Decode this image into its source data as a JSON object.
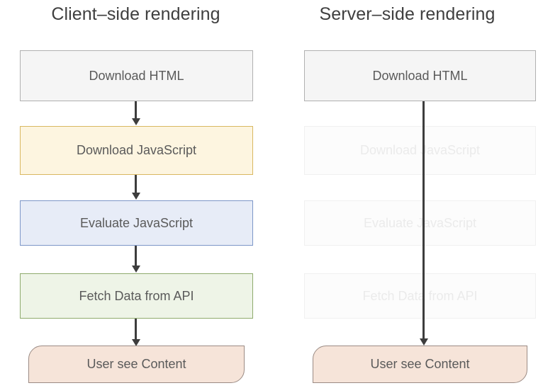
{
  "diagram": {
    "type": "flowchart",
    "background_color": "#ffffff",
    "columns": [
      {
        "id": "client-side",
        "title": "Client–side rendering",
        "nodes": [
          {
            "label": "Download HTML",
            "style": "gray",
            "state": "active"
          },
          {
            "label": "Download JavaScript",
            "style": "cream",
            "state": "active"
          },
          {
            "label": "Evaluate JavaScript",
            "style": "blue",
            "state": "active"
          },
          {
            "label": "Fetch Data from API",
            "style": "green",
            "state": "active"
          },
          {
            "label": "User see Content",
            "style": "terminator",
            "state": "active"
          }
        ],
        "arrows": [
          {
            "from": "Download HTML",
            "to": "Download JavaScript"
          },
          {
            "from": "Download JavaScript",
            "to": "Evaluate JavaScript"
          },
          {
            "from": "Evaluate JavaScript",
            "to": "Fetch Data from API"
          },
          {
            "from": "Fetch Data from API",
            "to": "User see Content"
          }
        ]
      },
      {
        "id": "server-side",
        "title": "Server–side rendering",
        "nodes": [
          {
            "label": "Download HTML",
            "style": "gray",
            "state": "active"
          },
          {
            "label": "Download JavaScript",
            "style": "faded",
            "state": "skipped"
          },
          {
            "label": "Evaluate JavaScript",
            "style": "faded",
            "state": "skipped"
          },
          {
            "label": "Fetch Data from API",
            "style": "faded",
            "state": "skipped"
          },
          {
            "label": "User see Content",
            "style": "terminator",
            "state": "active"
          }
        ],
        "arrows": [
          {
            "from": "Download HTML",
            "to": "User see Content"
          }
        ]
      }
    ],
    "colors": {
      "gray_fill": "#f5f5f5",
      "gray_border": "#b0b0b0",
      "cream_fill": "#fdf5e0",
      "cream_border": "#d9b861",
      "blue_fill": "#e7ecf7",
      "blue_border": "#7d97c8",
      "green_fill": "#eef4e7",
      "green_border": "#8fab6d",
      "terminator_fill": "#f6e4d9",
      "terminator_border": "#9b8b84",
      "faded_fill": "#fcfcfc",
      "faded_border": "#f0f0f0",
      "faded_text": "#ebebeb",
      "text": "#5a5a5a",
      "title_text": "#3f3f3f",
      "arrow": "#3d3d3d"
    }
  }
}
